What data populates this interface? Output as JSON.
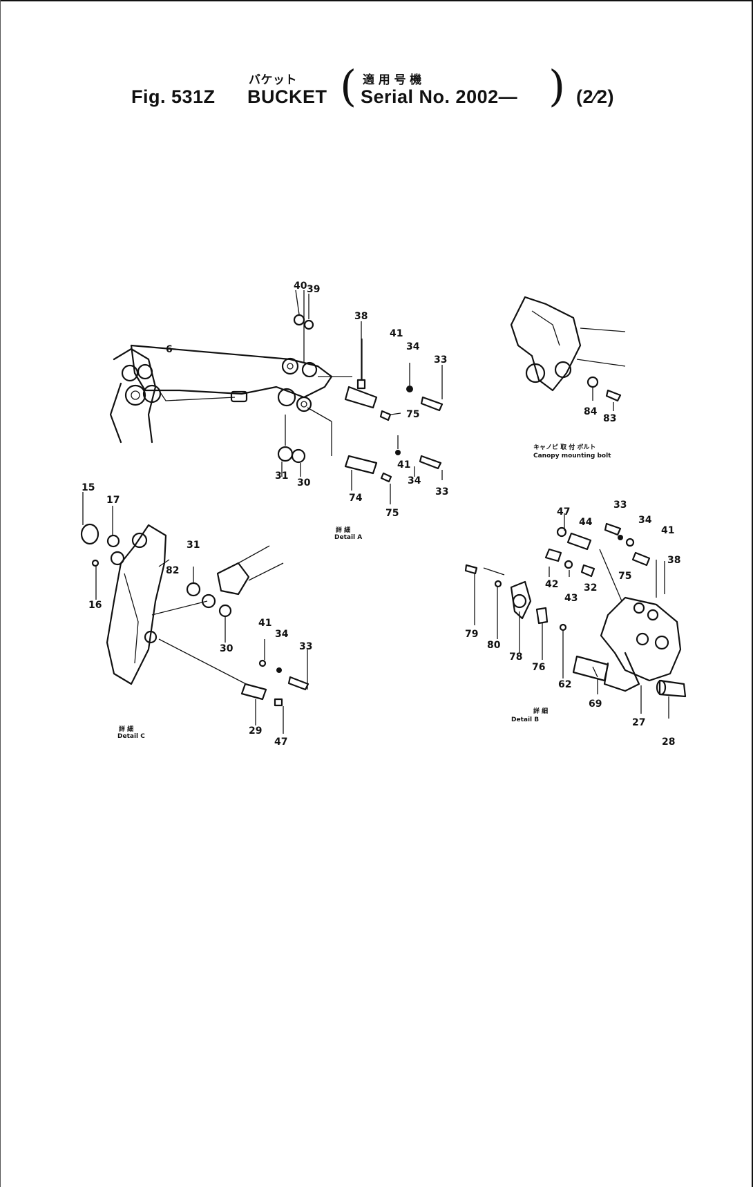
{
  "header": {
    "fig_label": "Fig. 531Z",
    "title_jp": "バケット",
    "title_en": "BUCKET",
    "serial_jp": "適 用 号 機",
    "serial_en": "Serial No. 2002—",
    "page_fraction": "(2⁄2)"
  },
  "captions": {
    "detail_a_jp": "詳 細",
    "detail_a_en": "Detail A",
    "detail_b_jp": "詳 細",
    "detail_b_en": "Detail B",
    "detail_c_jp": "詳 細",
    "detail_c_en": "Detail C",
    "canopy_jp": "キャノピ 取 付 ボルト",
    "canopy_en": "Canopy mounting bolt"
  },
  "callouts": [
    "40",
    "39",
    "6",
    "38",
    "41",
    "34",
    "33",
    "75",
    "31",
    "30",
    "74",
    "41",
    "34",
    "33",
    "75",
    "84",
    "83",
    "15",
    "17",
    "16",
    "82",
    "31",
    "30",
    "41",
    "34",
    "33",
    "29",
    "47",
    "47",
    "33",
    "34",
    "41",
    "44",
    "38",
    "42",
    "43",
    "32",
    "75",
    "79",
    "80",
    "78",
    "76",
    "62",
    "69",
    "27",
    "28"
  ]
}
